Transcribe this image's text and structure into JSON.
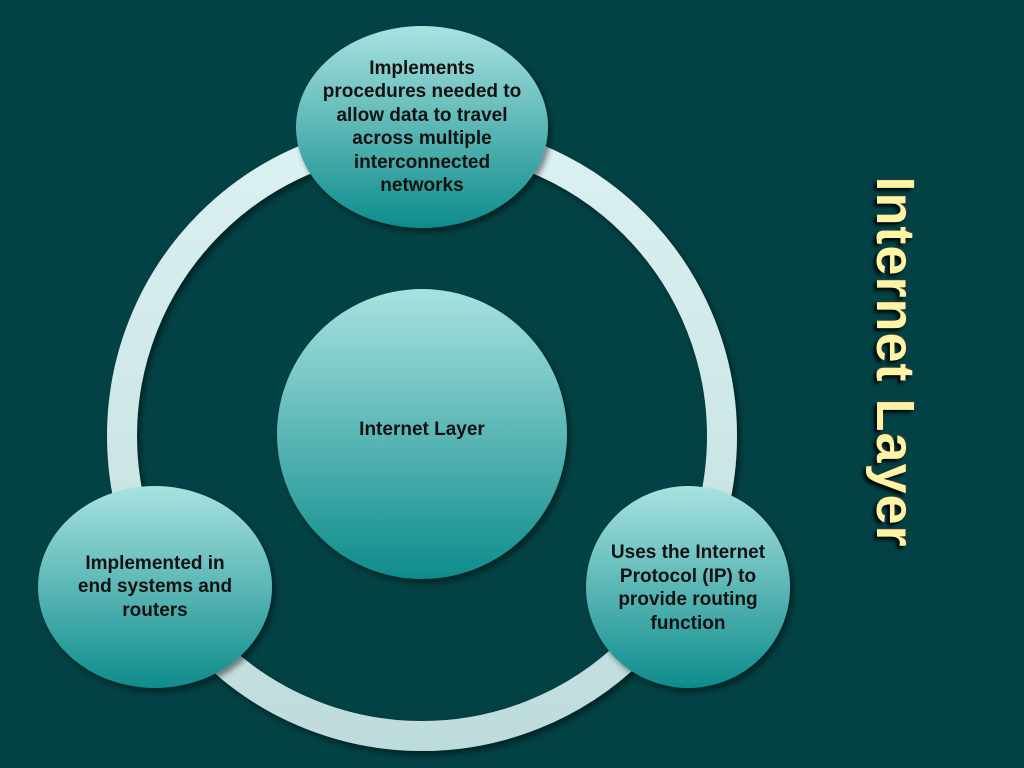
{
  "title": "Internet Layer",
  "diagram": {
    "center": "Internet Layer",
    "top": "Implements procedures needed to allow data to travel across multiple interconnected networks",
    "bottom_left": "Implemented in end systems and routers",
    "bottom_right": "Uses the Internet Protocol (IP) to provide routing function"
  },
  "colors": {
    "background": "#024144",
    "title_text": "#FFF3A6",
    "node_top": "#A8E2E0",
    "node_bottom": "#0E8C8C",
    "ring": "#D4ECEC"
  }
}
